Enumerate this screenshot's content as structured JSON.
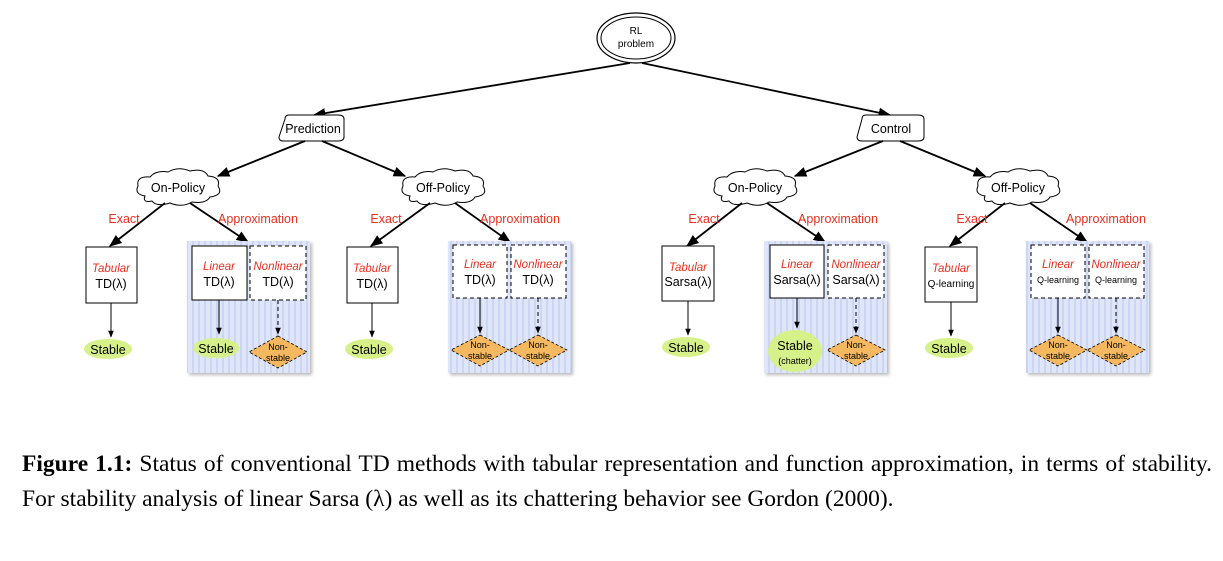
{
  "root": {
    "line1": "RL",
    "line2": "problem"
  },
  "branches": {
    "prediction": "Prediction",
    "control": "Control"
  },
  "policy": {
    "on": "On-Policy",
    "off": "Off-Policy"
  },
  "edge_labels": {
    "exact": "Exact",
    "approximation": "Approximation"
  },
  "methods": {
    "tabular": "Tabular",
    "linear": "Linear",
    "nonlinear": "Nonlinear",
    "td": "TD(λ)",
    "sarsa": "Sarsa(λ)",
    "qlearning": "Q-learning"
  },
  "outcomes": {
    "stable": "Stable",
    "chatter": "(chatter)",
    "nonstable_1": "Non-",
    "nonstable_2": "stable"
  },
  "caption": {
    "label": "Figure 1.1:",
    "text": " Status of conventional TD methods with tabular representation and function approximation, in terms of stability. For stability analysis of linear Sarsa (λ) as well as its chattering behavior see Gordon (2000)."
  },
  "colors": {
    "red_label": "#e8301c",
    "stable_fill": "#d6f08a",
    "nonstable_fill": "#f4b860",
    "panel_fill": "#dde4f8",
    "panel_stripe": "#c9d3f2"
  }
}
